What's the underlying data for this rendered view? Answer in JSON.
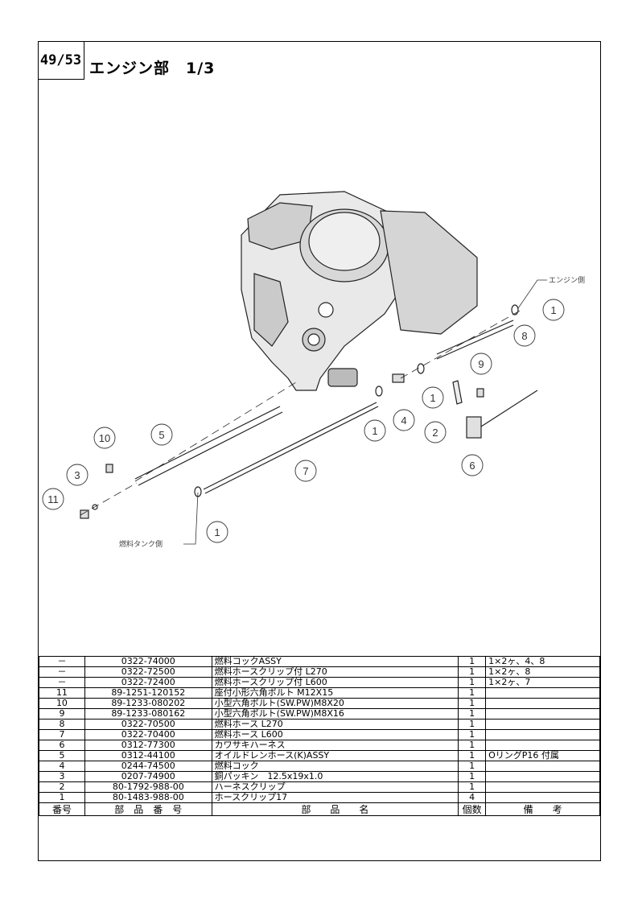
{
  "header": {
    "page_number": "49/53",
    "title": "エンジン部　1/3"
  },
  "diagram": {
    "label_engine_side": "エンジン側",
    "label_tank_side": "燃料タンク側",
    "callouts": [
      "1",
      "8",
      "9",
      "1",
      "4",
      "1",
      "2",
      "6",
      "10",
      "5",
      "3",
      "11",
      "7",
      "1"
    ]
  },
  "table": {
    "headers": [
      "番号",
      "部　品　番　号",
      "部　　品　　名",
      "個数",
      "備　　考"
    ],
    "rows": [
      {
        "no": "－",
        "part": "0322-74000",
        "name": "燃料コックASSY",
        "qty": "1",
        "note": "1×2ヶ、4、8"
      },
      {
        "no": "－",
        "part": "0322-72500",
        "name": "燃料ホースクリップ付 L270",
        "qty": "1",
        "note": "1×2ヶ、8"
      },
      {
        "no": "－",
        "part": "0322-72400",
        "name": "燃料ホースクリップ付 L600",
        "qty": "1",
        "note": "1×2ヶ、7"
      },
      {
        "no": "11",
        "part": "89-1251-120152",
        "name": "座付小形六角ボルト M12X15",
        "qty": "1",
        "note": ""
      },
      {
        "no": "10",
        "part": "89-1233-080202",
        "name": "小型六角ボルト(SW.PW)M8X20",
        "qty": "1",
        "note": ""
      },
      {
        "no": "9",
        "part": "89-1233-080162",
        "name": "小型六角ボルト(SW.PW)M8X16",
        "qty": "1",
        "note": ""
      },
      {
        "no": "8",
        "part": "0322-70500",
        "name": "燃料ホース L270",
        "qty": "1",
        "note": ""
      },
      {
        "no": "7",
        "part": "0322-70400",
        "name": "燃料ホース L600",
        "qty": "1",
        "note": ""
      },
      {
        "no": "6",
        "part": "0312-77300",
        "name": "カワサキハーネス",
        "qty": "1",
        "note": ""
      },
      {
        "no": "5",
        "part": "0312-44100",
        "name": "オイルドレンホース(K)ASSY",
        "qty": "1",
        "note": "OリングP16 付属"
      },
      {
        "no": "4",
        "part": "0244-74500",
        "name": "燃料コック",
        "qty": "1",
        "note": ""
      },
      {
        "no": "3",
        "part": "0207-74900",
        "name": "銅パッキン　12.5x19x1.0",
        "qty": "1",
        "note": ""
      },
      {
        "no": "2",
        "part": "80-1792-988-00",
        "name": "ハーネスクリップ",
        "qty": "1",
        "note": ""
      },
      {
        "no": "1",
        "part": "80-1483-988-00",
        "name": "ホースクリップ17",
        "qty": "4",
        "note": ""
      }
    ]
  }
}
